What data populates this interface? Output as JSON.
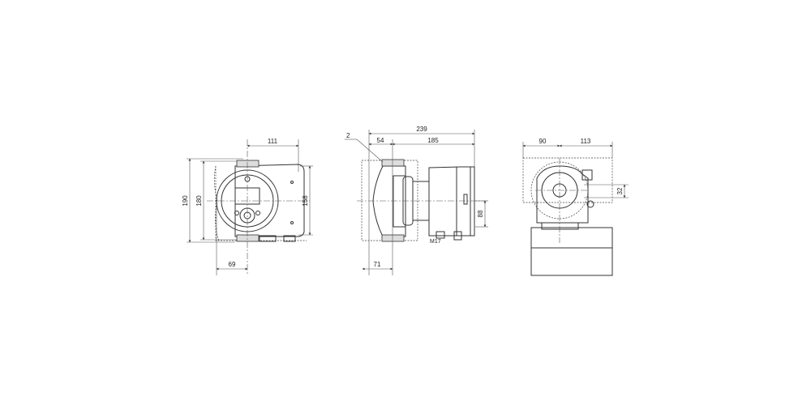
{
  "front_view": {
    "dim_width_right": "111",
    "dim_height_outer": "190",
    "dim_height_inner": "180",
    "dim_height_right": "158",
    "dim_width_left": "69"
  },
  "side_view": {
    "dim_total_length": "239",
    "dim_pipe_offset": "54",
    "dim_motor_length": "185",
    "dim_axis_offset": "88",
    "dim_bottom_offset": "71",
    "item_label": "2",
    "thread_label": "M17"
  },
  "top_view": {
    "dim_left": "90",
    "dim_right": "113",
    "dim_offset": "32"
  }
}
